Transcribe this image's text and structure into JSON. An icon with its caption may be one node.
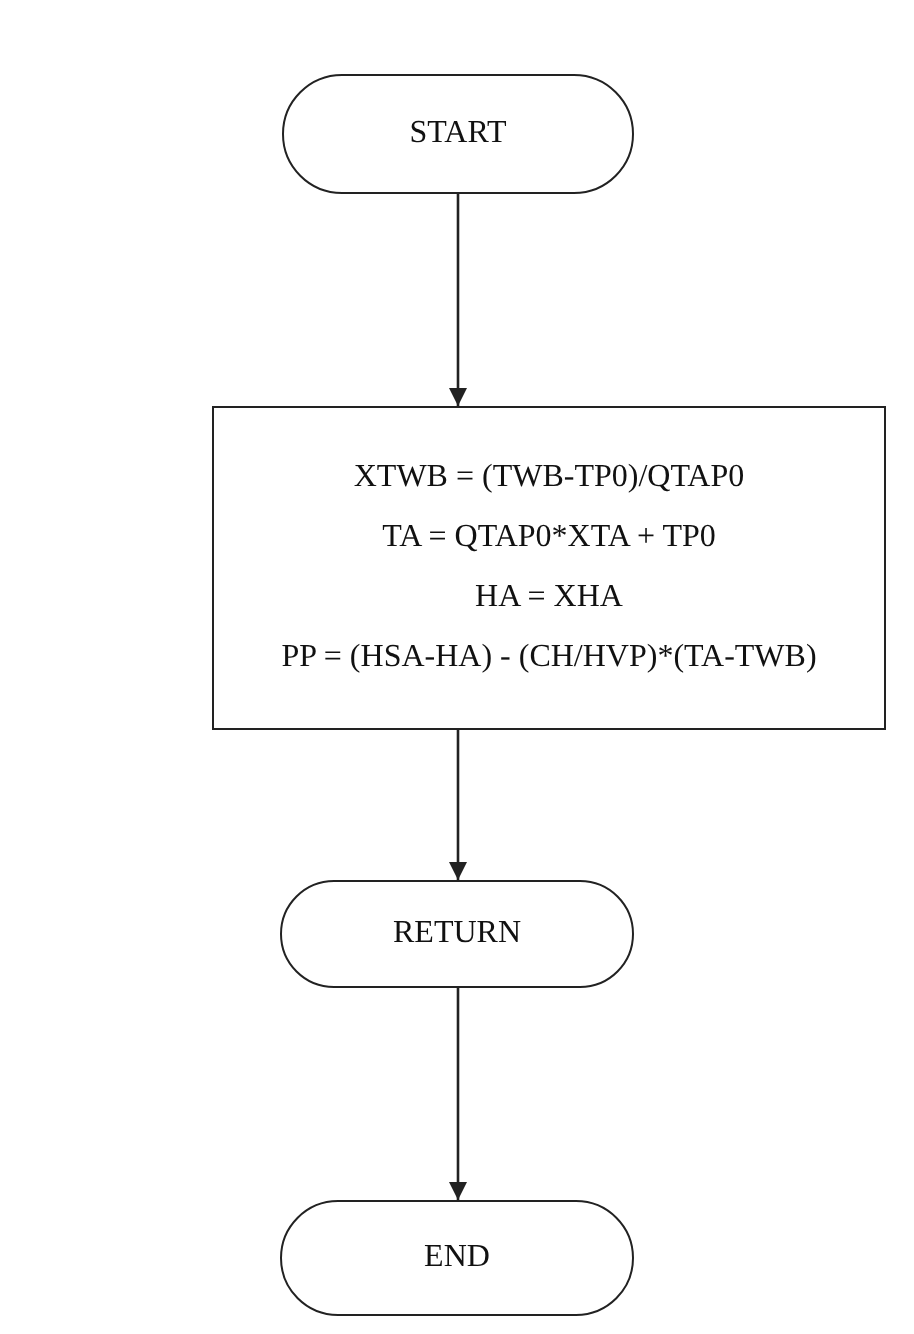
{
  "diagram": {
    "nodes": [
      {
        "text": [
          "START"
        ]
      },
      {
        "text": [
          "XTWB = (TWB-TP0)/QTAP0",
          "TA = QTAP0*XTA + TP0",
          "HA = XHA",
          "PP = (HSA-HA) - (CH/HVP)*(TA-TWB)"
        ]
      },
      {
        "text": [
          "RETURN"
        ]
      },
      {
        "text": [
          "END"
        ]
      }
    ],
    "edges": [
      {
        "from": 0,
        "to": 1,
        "arrow": "to"
      },
      {
        "from": 1,
        "to": 2,
        "arrow": "to"
      },
      {
        "from": 2,
        "to": 3,
        "arrow": "to"
      }
    ]
  }
}
